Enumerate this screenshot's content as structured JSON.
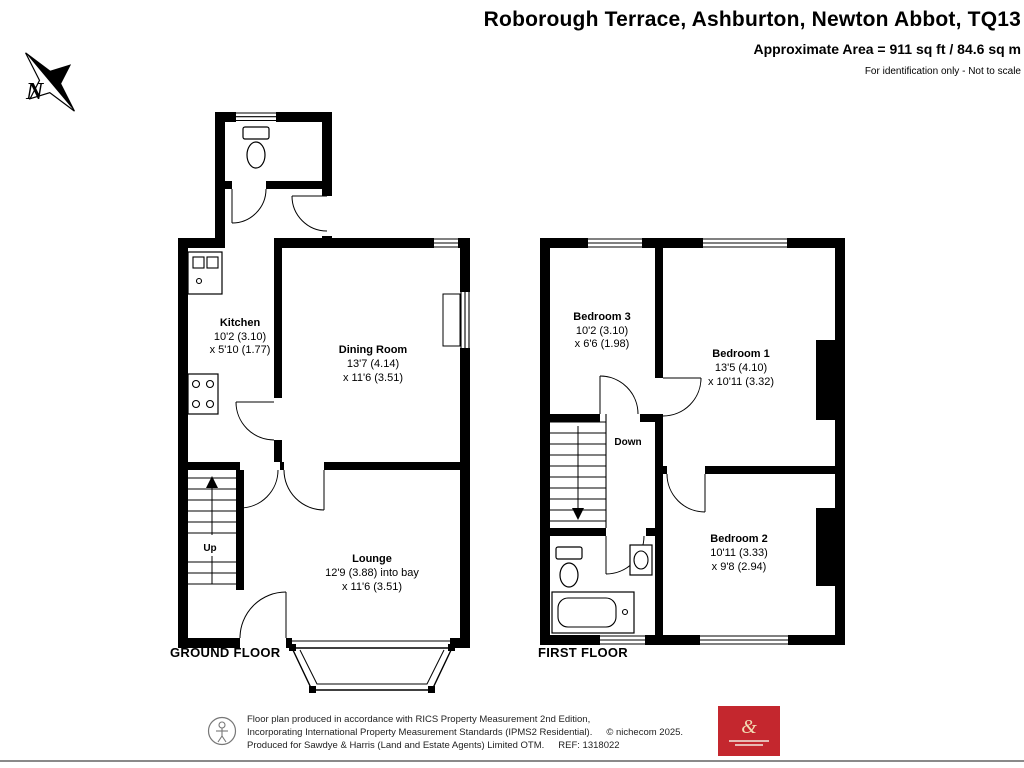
{
  "header": {
    "title": "Roborough Terrace, Ashburton, Newton Abbot, TQ13",
    "area": "Approximate Area = 911 sq ft / 84.6 sq m",
    "note": "For identification only - Not to scale"
  },
  "compass": {
    "label": "N"
  },
  "plans": {
    "ground": {
      "floor_label": "GROUND FLOOR",
      "stairs_label": "Up",
      "kitchen": {
        "name": "Kitchen",
        "dim1": "10'2 (3.10)",
        "dim2": "x 5'10 (1.77)"
      },
      "dining": {
        "name": "Dining Room",
        "dim1": "13'7 (4.14)",
        "dim2": "x 11'6 (3.51)"
      },
      "lounge": {
        "name": "Lounge",
        "dim1": "12'9 (3.88) into bay",
        "dim2": "x 11'6 (3.51)"
      }
    },
    "first": {
      "floor_label": "FIRST FLOOR",
      "stairs_label": "Down",
      "bedroom3": {
        "name": "Bedroom 3",
        "dim1": "10'2 (3.10)",
        "dim2": "x 6'6 (1.98)"
      },
      "bedroom1": {
        "name": "Bedroom 1",
        "dim1": "13'5 (4.10)",
        "dim2": "x 10'11 (3.32)"
      },
      "bedroom2": {
        "name": "Bedroom 2",
        "dim1": "10'11 (3.33)",
        "dim2": "x 9'8 (2.94)"
      }
    }
  },
  "footer": {
    "line1": "Floor plan produced in accordance with RICS Property Measurement 2nd Edition,",
    "line2": "Incorporating International Property Measurement Standards (IPMS2 Residential).",
    "copyright": "© nichecom 2025.",
    "line3": "Produced for Sawdye & Harris (Land and Estate Agents) Limited OTM.",
    "ref": "REF: 1318022",
    "logo_mark": "&",
    "logo_color": "#c4272e"
  }
}
